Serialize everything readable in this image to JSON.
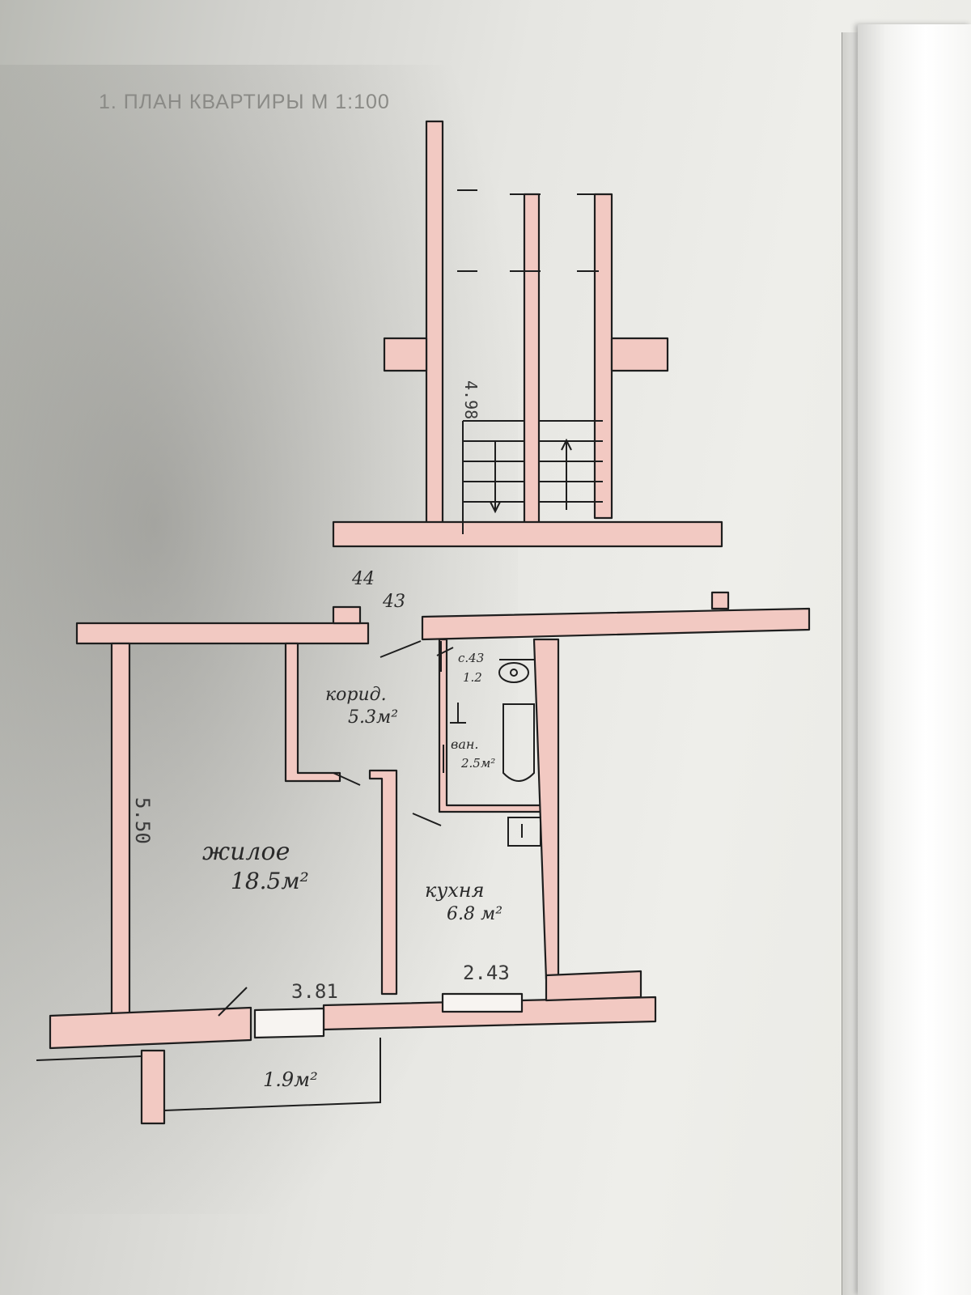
{
  "heading": "1. ПЛАН КВАРТИРЫ  М 1:100",
  "stair_dimension": "4.98",
  "door_labels": [
    "44",
    "43"
  ],
  "rooms": {
    "corridor": {
      "name": "корид.",
      "area": "5.3м²"
    },
    "toilet": {
      "name": "с.43",
      "area": "1.2"
    },
    "bathroom": {
      "name": "ван.",
      "area": "2.5м²"
    },
    "living": {
      "name": "жилое",
      "area": "18.5м²"
    },
    "kitchen": {
      "name": "кухня",
      "area": "6.8 м²"
    },
    "balcony": {
      "area": "1.9м²"
    }
  },
  "dimensions": {
    "living_length": "5.50",
    "living_width": "3.81",
    "kitchen_width": "2.43"
  },
  "colors": {
    "wall_fill": "#f2c9c2",
    "wall_line": "#1e1e1e",
    "ink": "#2a2a2a"
  }
}
